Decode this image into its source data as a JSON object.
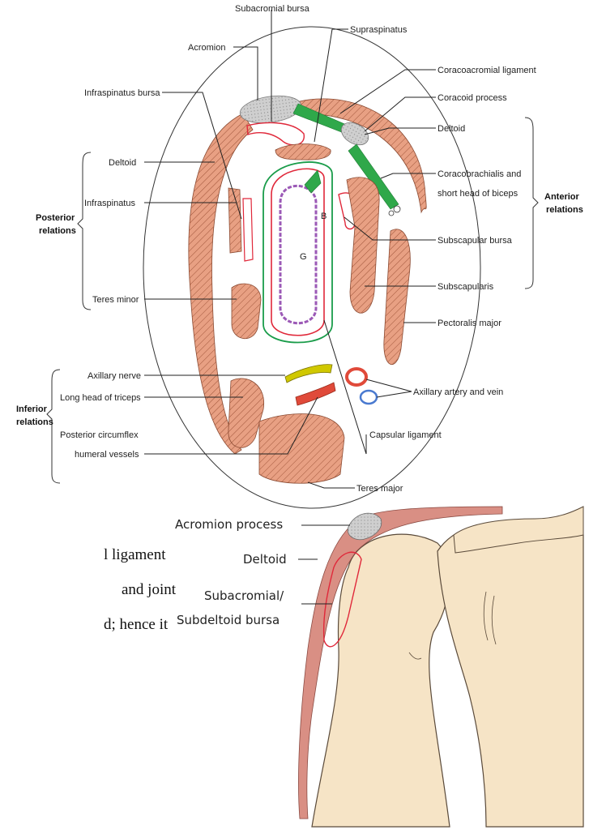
{
  "top_diagram": {
    "labels": {
      "subacromial_bursa": "Subacromial bursa",
      "supraspinatus": "Supraspinatus",
      "acromion": "Acromion",
      "coracoacromial_ligament": "Coracoacromial ligament",
      "infraspinatus_bursa": "Infraspinatus bursa",
      "coracoid_process": "Coracoid process",
      "deltoid_right": "Deltoid",
      "deltoid_left": "Deltoid",
      "coracobrachialis_1": "Coracobrachialis and",
      "coracobrachialis_2": "short head of biceps",
      "infraspinatus": "Infraspinatus",
      "subscapular_bursa": "Subscapular bursa",
      "subscapularis": "Subscapularis",
      "teres_minor": "Teres minor",
      "pectoralis_major": "Pectoralis major",
      "axillary_nerve": "Axillary nerve",
      "axillary_artery_vein": "Axillary artery and vein",
      "long_head_triceps": "Long head of triceps",
      "posterior_circumflex_1": "Posterior circumflex",
      "posterior_circumflex_2": "humeral vessels",
      "capsular_ligament": "Capsular ligament",
      "teres_major": "Teres major",
      "letter_b": "B",
      "letter_g": "G"
    },
    "groups": {
      "posterior_1": "Posterior",
      "posterior_2": "relations",
      "anterior_1": "Anterior",
      "anterior_2": "relations",
      "inferior_1": "Inferior",
      "inferior_2": "relations"
    }
  },
  "bottom_diagram": {
    "acromion_process": "Acromion process",
    "deltoid": "Deltoid",
    "subacromial_1": "Subacromial/",
    "subacromial_2": "Subdeltoid bursa"
  },
  "text_fragments": {
    "line1": "l ligament",
    "line2": "and  joint",
    "line3": "d; hence it"
  },
  "colors": {
    "muscle": "#e8a083",
    "bone": "#d0d0d0",
    "bursa": "#e0283a",
    "synovial": "#1a9c4a",
    "cartilage": "#9b59b6",
    "nerve": "#c8c400",
    "artery": "#e04a3a",
    "vein": "#4a7ad0",
    "humerus": "#f6e4c6"
  }
}
